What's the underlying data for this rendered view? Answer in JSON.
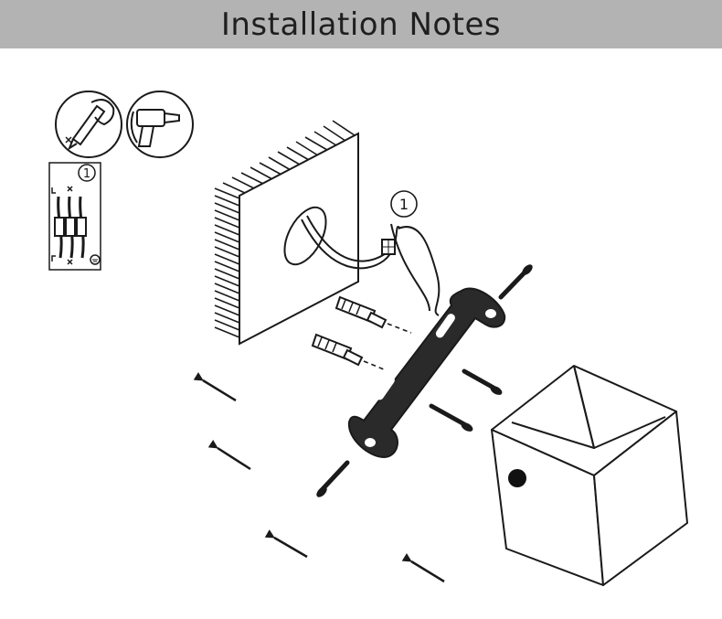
{
  "header": {
    "title": "Installation Notes"
  },
  "steps": {
    "wiring_marker": "1",
    "inset_marker": "1"
  },
  "icons": [
    "marker-pen-icon",
    "power-drill-icon",
    "wire-connector-icon",
    "ground-icon",
    "direction-arrow-icon",
    "screw-icon",
    "wall-anchor-icon"
  ],
  "colors": {
    "header_bg": "#b3b3b3",
    "line": "#1a1a1a",
    "bracket": "#2a2a2a"
  }
}
